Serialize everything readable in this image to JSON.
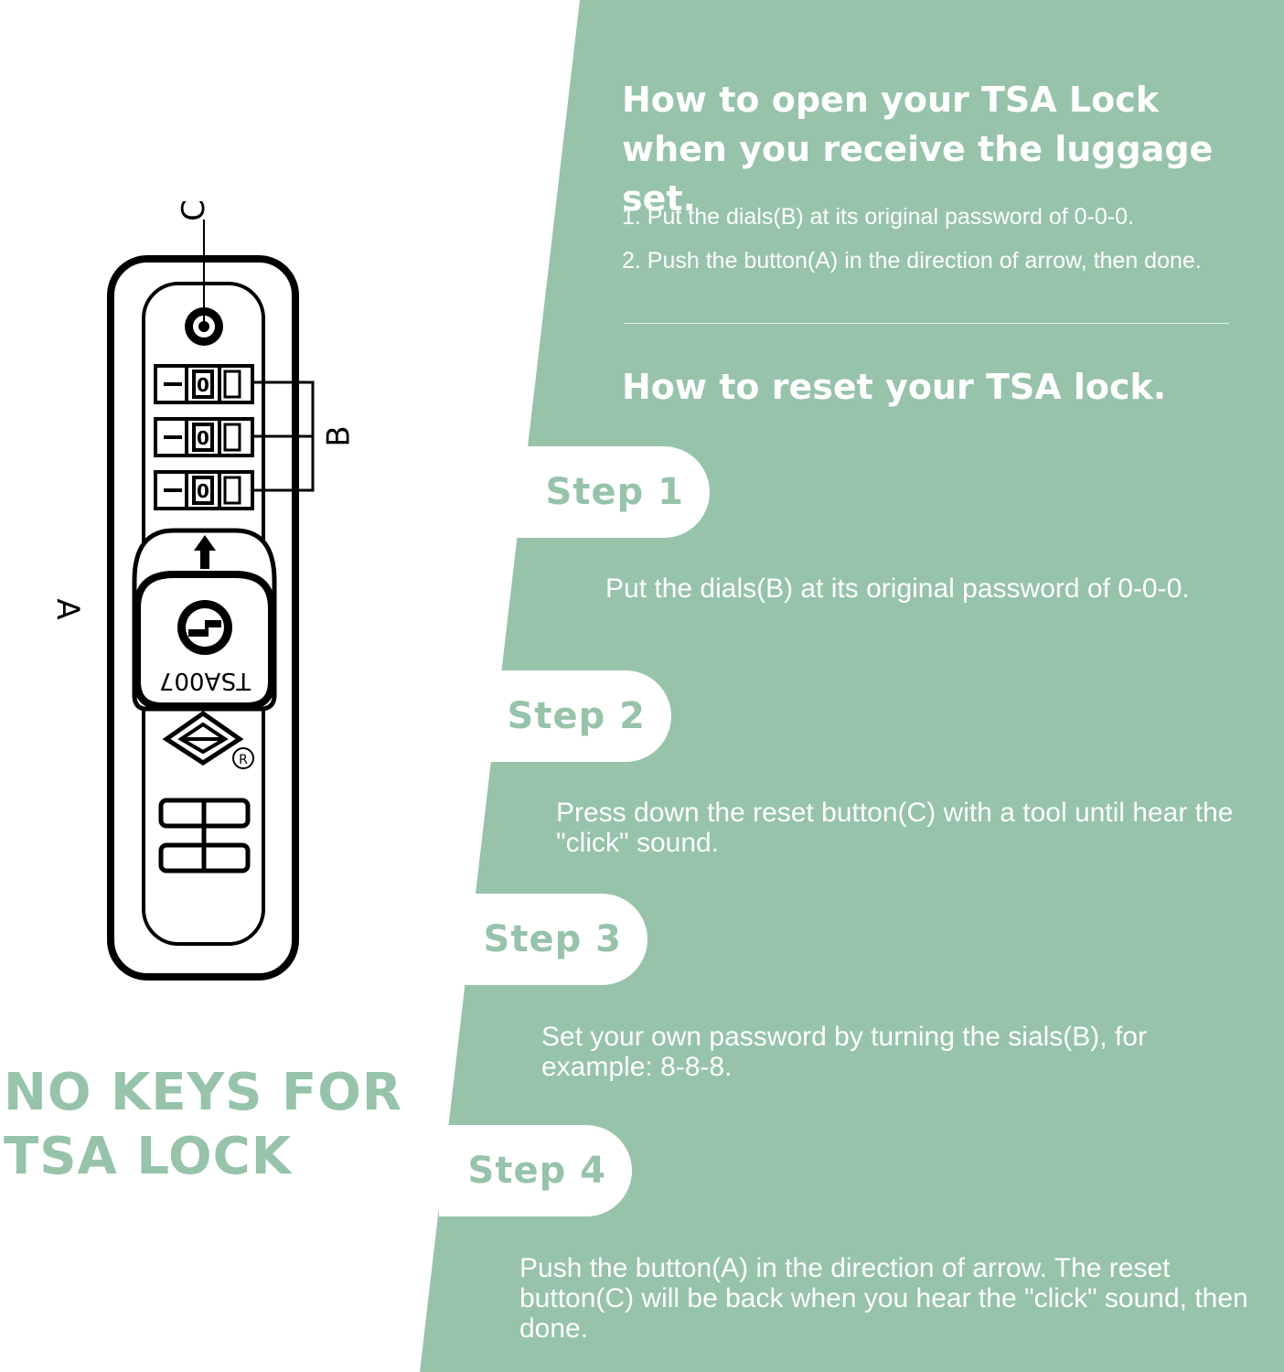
{
  "colors": {
    "panel_green": "#96c3aa",
    "text_white": "#ffffff",
    "accent_green": "#96c3aa",
    "ink": "#000000"
  },
  "open_section": {
    "title_line1": "How to open your TSA Lock",
    "title_line2": "when you receive the luggage set.",
    "steps": [
      "1. Put the dials(B) at its original password of 0-0-0.",
      "2. Push the button(A) in the direction of arrow, then done."
    ]
  },
  "reset_section": {
    "title": "How to reset your TSA lock.",
    "steps": [
      {
        "label": "Step 1",
        "text": "Put the dials(B) at its original password of 0-0-0."
      },
      {
        "label": "Step 2",
        "text": "Press down the reset button(C) with a tool until hear the \"click\" sound."
      },
      {
        "label": "Step 3",
        "text": "Set your own password by turning the sials(B), for example: 8-8-8."
      },
      {
        "label": "Step 4",
        "text": "Push the button(A) in the direction of arrow. The reset button(C) will be back when you hear the \"click\" sound, then done."
      }
    ]
  },
  "headline": {
    "line1": "NO KEYS FOR",
    "line2": "TSA LOCK"
  },
  "lock_diagram": {
    "label_a": "A",
    "label_b": "B",
    "label_c": "C",
    "model_text": "TSA007",
    "dial_digits": [
      "0",
      "0",
      "0"
    ],
    "registered_mark": "R",
    "icons": [
      "tsa-diamond-logo-icon",
      "reset-button-icon",
      "arrow-up-icon"
    ]
  }
}
